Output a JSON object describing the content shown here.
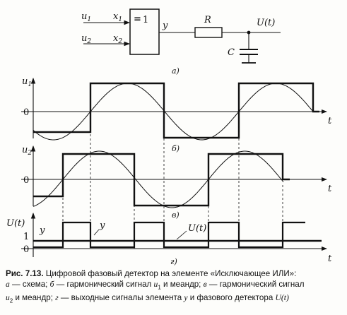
{
  "schematic": {
    "in1": "u",
    "in1_sub": "1",
    "in2": "u",
    "in2_sub": "2",
    "x1": "x",
    "x1_sub": "1",
    "x2": "x",
    "x2_sub": "2",
    "gate_prefix": "=",
    "gate_label": "1",
    "out_y": "y",
    "resistor": "R",
    "capacitor": "C",
    "output": "U(t)",
    "sublabel": "а)"
  },
  "panel_b": {
    "ylabel": "u",
    "ylabel_sub": "1",
    "zero": "0",
    "t": "t",
    "sublabel": "б)"
  },
  "panel_c": {
    "ylabel": "u",
    "ylabel_sub": "2",
    "zero": "0",
    "t": "t",
    "sublabel": "в)"
  },
  "panel_d": {
    "ylabel": "U(t)",
    "y_label_1": "y",
    "y_label_2": "y",
    "ut_label": "U(t)",
    "one": "1",
    "zero": "0",
    "t": "t",
    "sublabel": "г)"
  },
  "caption": {
    "fig": "Рис. 7.13.",
    "title": " Цифровой фазовый детектор на элементе «Исключающее ИЛИ»:",
    "a_letter": "а",
    "a_text": " — схема; ",
    "b_letter": "б",
    "b_text": " — гармонический сигнал ",
    "u": "u",
    "sub1": "1",
    "b_end": " и меандр; ",
    "c_letter": "в",
    "c_text": " — гармонический сигнал",
    "sub2": "2",
    "c_end": " и меандр; ",
    "d_letter": "г",
    "d_text": " — выходные сигналы элемента ",
    "y": "y",
    "d_mid": " и фазового детектора ",
    "ut": "U(t)"
  },
  "colors": {
    "ink": "#111111",
    "paper": "#fdfdfb"
  }
}
